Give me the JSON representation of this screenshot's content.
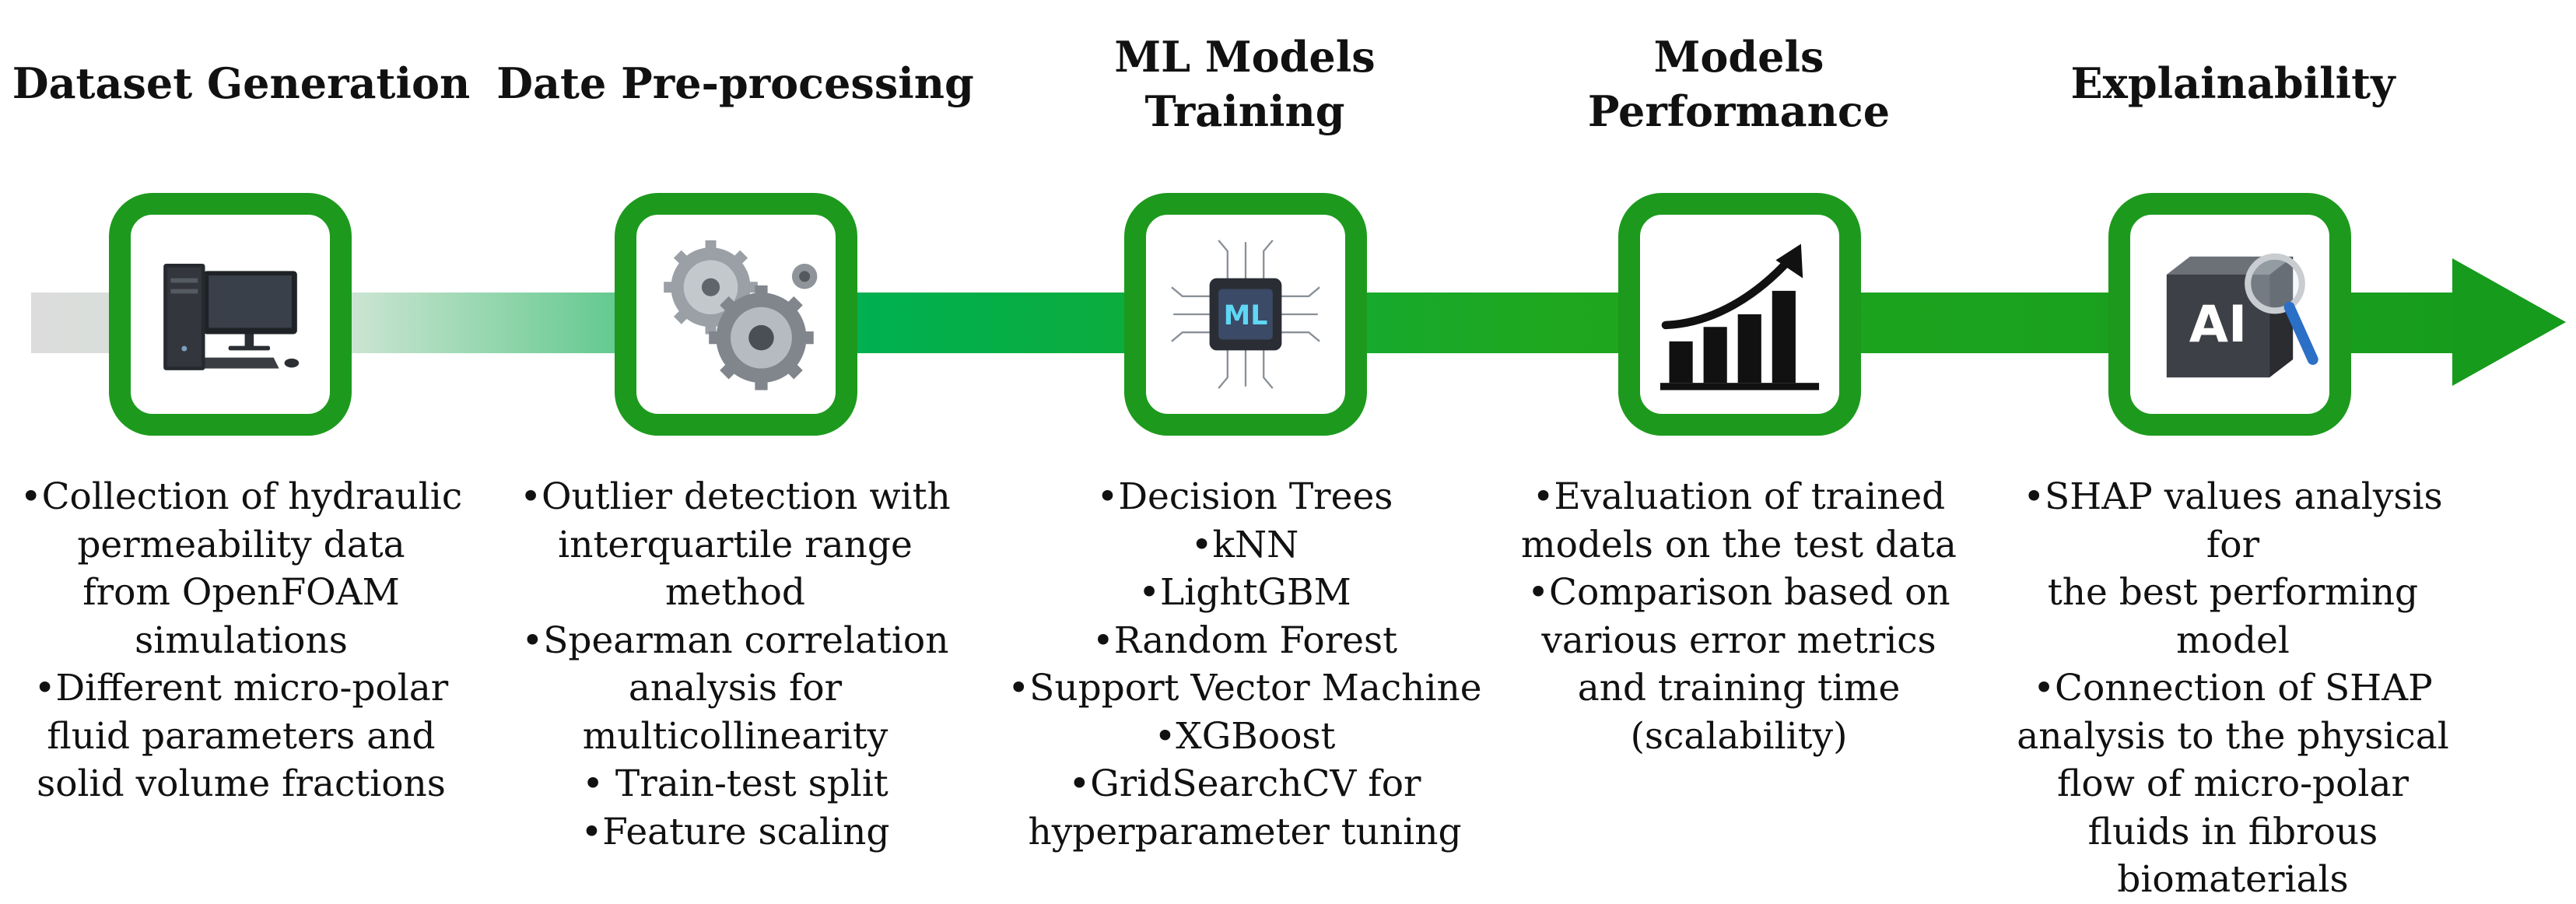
{
  "stages": [
    {
      "title": [
        "Dataset Generation"
      ],
      "icon": "desktop-computer-icon",
      "bullets": [
        "Collection of hydraulic permeability data from OpenFOAM simulations",
        "Different micro-polar fluid parameters and solid volume fractions"
      ],
      "bullet_lines": [
        "•Collection of hydraulic",
        "permeability data",
        "from OpenFOAM",
        "simulations",
        "•Different micro-polar",
        "fluid parameters and",
        "solid volume fractions"
      ]
    },
    {
      "title": [
        "Date Pre-processing"
      ],
      "icon": "gears-icon",
      "bullets": [
        "Outlier detection with interquartile range method",
        "Spearman correlation analysis for multicollinearity",
        "Train-test split",
        "Feature scaling"
      ],
      "bullet_lines": [
        "•Outlier detection with",
        "interquartile range",
        "method",
        "•Spearman correlation",
        "analysis for",
        "multicollinearity",
        "• Train-test split",
        "•Feature scaling"
      ]
    },
    {
      "title": [
        "ML Models",
        "Training"
      ],
      "icon": "ml-chip-icon",
      "icon_text": "ML",
      "bullets": [
        "Decision Trees",
        "kNN",
        "LightGBM",
        "Random Forest",
        "Support Vector Machine",
        "XGBoost",
        "GridSearchCV for hyperparameter tuning"
      ],
      "bullet_lines": [
        "•Decision Trees",
        "•kNN",
        "•LightGBM",
        "•Random Forest",
        "•Support Vector Machine",
        "•XGBoost",
        "•GridSearchCV for",
        "hyperparameter tuning"
      ]
    },
    {
      "title": [
        "Models",
        "Performance"
      ],
      "icon": "rising-bar-chart-icon",
      "bullets": [
        "Evaluation of trained models on the test data",
        "Comparison based on various error metrics and training time (scalability)"
      ],
      "bullet_lines": [
        "•Evaluation of trained",
        "models on the test data",
        "•Comparison based on",
        "various error metrics",
        "and training time",
        "(scalability)"
      ]
    },
    {
      "title": [
        "Explainability"
      ],
      "icon": "ai-cube-magnifier-icon",
      "icon_text": "AI",
      "bullets": [
        "SHAP values analysis for the best performing model",
        "Connection of SHAP analysis to the physical flow of micro-polar fluids in fibrous biomaterials"
      ],
      "bullet_lines": [
        "•SHAP values analysis for",
        "the best performing",
        "model",
        "•Connection of SHAP",
        "analysis to the physical",
        "flow of micro-polar",
        "fluids in fibrous",
        "biomaterials"
      ]
    }
  ],
  "colors": {
    "frame": "#1d9a1d",
    "arrow_start": "#dcdcdc",
    "arrow_mid": "#00b050",
    "arrow_end": "#169b1c"
  }
}
